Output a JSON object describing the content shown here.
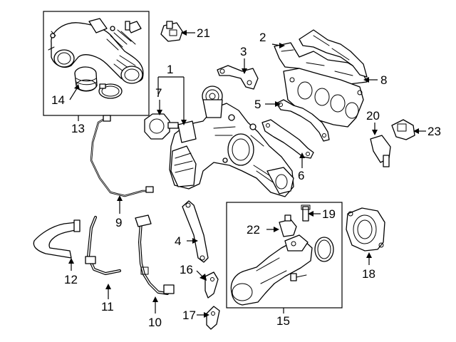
{
  "callouts": {
    "c1": "1",
    "c2": "2",
    "c3": "3",
    "c5": "5",
    "c6": "6",
    "c7": "7",
    "c8": "8",
    "c9": "9",
    "c10": "10",
    "c11": "11",
    "c12": "12",
    "c13": "13",
    "c14": "14",
    "c15": "15",
    "c16": "16",
    "c17": "17",
    "c18": "18",
    "c19": "19",
    "c20": "20",
    "c21": "21",
    "c22": "22",
    "c23": "23",
    "c4": "4"
  }
}
